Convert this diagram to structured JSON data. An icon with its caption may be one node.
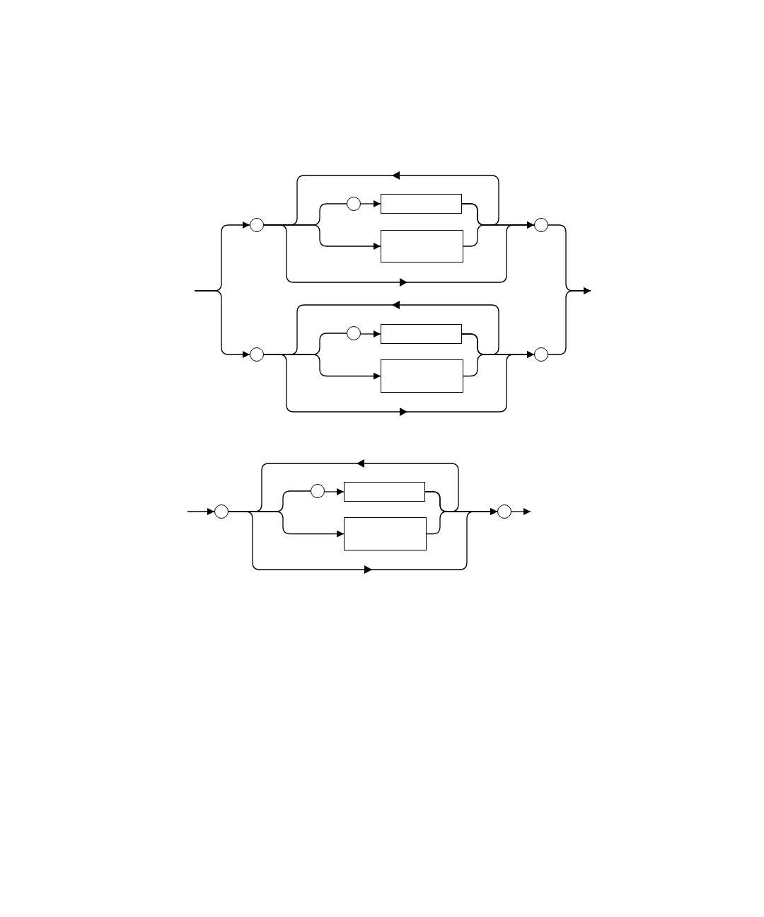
{
  "diagram": {
    "nodes": [
      {
        "text": [],
        "shape": "circle"
      },
      {
        "text": [],
        "shape": "circle"
      },
      {
        "text": [],
        "shape": "box"
      },
      {
        "text": [],
        "shape": "box"
      },
      {
        "text": [],
        "shape": "circle"
      },
      {
        "text": [],
        "shape": "circle"
      },
      {
        "text": [],
        "shape": "circle"
      },
      {
        "text": [],
        "shape": "box"
      },
      {
        "text": [],
        "shape": "box"
      },
      {
        "text": [],
        "shape": "circle"
      },
      {
        "text": [],
        "shape": "circle"
      },
      {
        "text": [],
        "shape": "circle"
      },
      {
        "text": [],
        "shape": "box"
      },
      {
        "text": [],
        "shape": "box"
      },
      {
        "text": [],
        "shape": "circle"
      }
    ],
    "edges": [
      {
        "from": null,
        "to": 0,
        "arrow": "to"
      },
      {
        "from": 0,
        "to": 1,
        "arrow": "none"
      },
      {
        "from": 1,
        "to": 2,
        "arrow": "to"
      },
      {
        "from": 0,
        "to": 3,
        "arrow": "to"
      },
      {
        "from": 2,
        "to": 4,
        "arrow": "to"
      },
      {
        "from": 3,
        "to": 4,
        "arrow": "to"
      },
      {
        "from": 2,
        "to": 0,
        "arrow": "to"
      },
      {
        "from": 0,
        "to": 4,
        "arrow": "to"
      },
      {
        "from": 4,
        "to": null,
        "arrow": "to"
      },
      {
        "from": null,
        "to": 5,
        "arrow": "to"
      },
      {
        "from": 5,
        "to": 6,
        "arrow": "none"
      },
      {
        "from": 6,
        "to": 7,
        "arrow": "to"
      },
      {
        "from": 5,
        "to": 8,
        "arrow": "to"
      },
      {
        "from": 7,
        "to": 9,
        "arrow": "to"
      },
      {
        "from": 8,
        "to": 9,
        "arrow": "to"
      },
      {
        "from": 7,
        "to": 5,
        "arrow": "to"
      },
      {
        "from": 5,
        "to": 9,
        "arrow": "to"
      },
      {
        "from": 9,
        "to": null,
        "arrow": "to"
      },
      {
        "from": null,
        "to": 10,
        "arrow": "to"
      },
      {
        "from": 10,
        "to": 11,
        "arrow": "none"
      },
      {
        "from": 11,
        "to": 12,
        "arrow": "to"
      },
      {
        "from": 10,
        "to": 13,
        "arrow": "to"
      },
      {
        "from": 12,
        "to": 14,
        "arrow": "to"
      },
      {
        "from": 13,
        "to": 14,
        "arrow": "to"
      },
      {
        "from": 12,
        "to": 10,
        "arrow": "to"
      },
      {
        "from": 10,
        "to": 14,
        "arrow": "to"
      },
      {
        "from": 14,
        "to": null,
        "arrow": "to"
      }
    ]
  }
}
